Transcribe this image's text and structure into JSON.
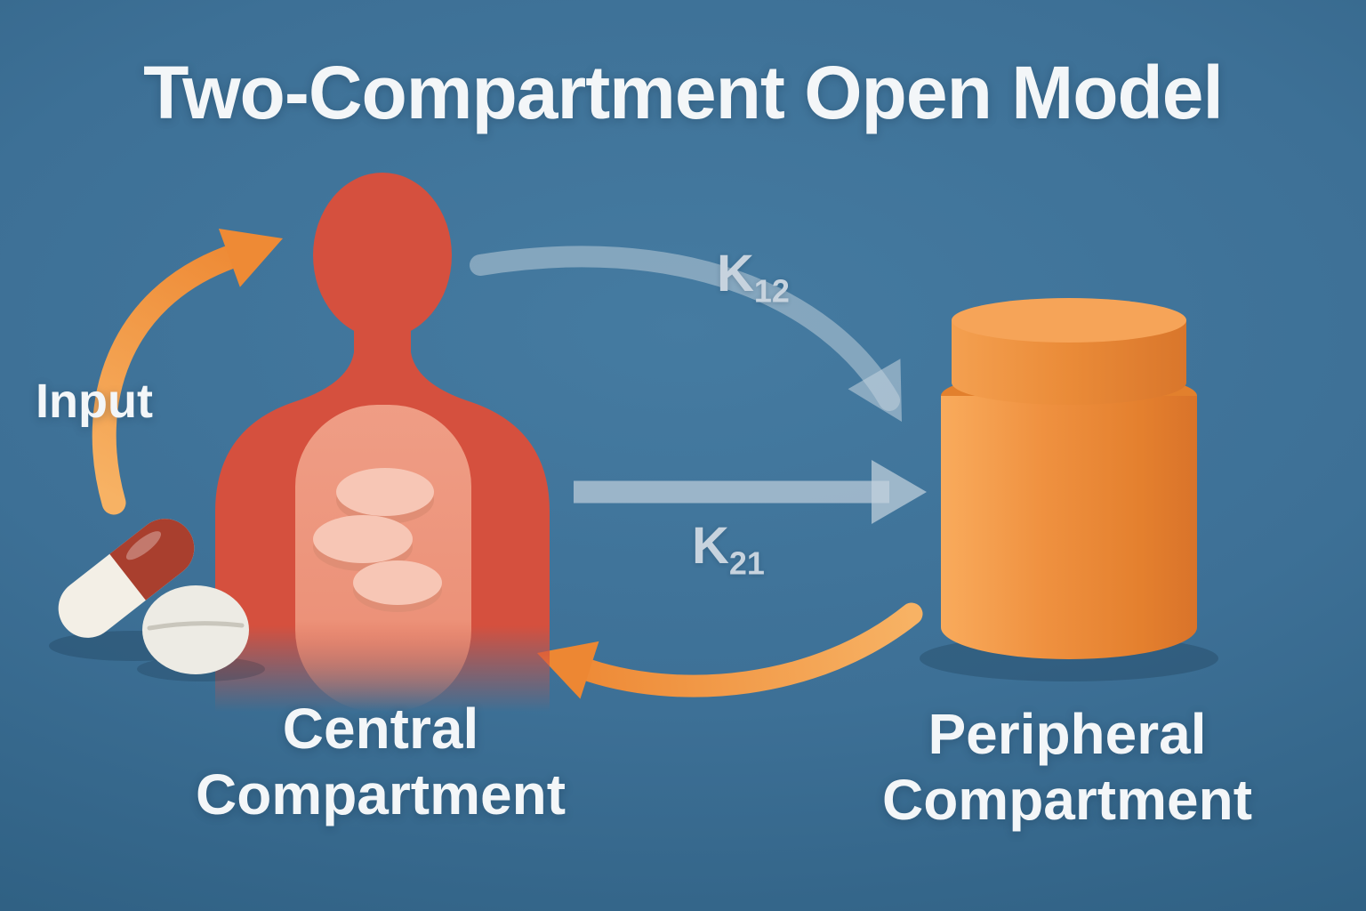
{
  "title": "Two-Compartment Open Model",
  "labels": {
    "input": "Input",
    "k12": {
      "base": "K",
      "sub": "12"
    },
    "k21": {
      "base": "K",
      "sub": "21"
    },
    "central": {
      "line1": "Central",
      "line2": "Compartment"
    },
    "peripheral": {
      "line1": "Peripheral",
      "line2": "Compartment"
    }
  },
  "icons": [
    "human-body-icon",
    "chest-tablets-icon",
    "pill-bottle-icon",
    "capsule-pill-icon",
    "tablet-pill-icon",
    "input-arrow",
    "k12-arrow",
    "k21-arrow",
    "return-arrow"
  ],
  "colors": {
    "background_top": "#457ba1",
    "background_bottom": "#265472",
    "accent_orange": "#ee8a35",
    "body_red": "#d5503e",
    "chest_pink": "#ef9d85",
    "bottle_orange": "#ef9140",
    "arrow_gray": "#c5d3de",
    "text_white": "#f3f6f8",
    "k_label_gray": "#c7d3de"
  }
}
